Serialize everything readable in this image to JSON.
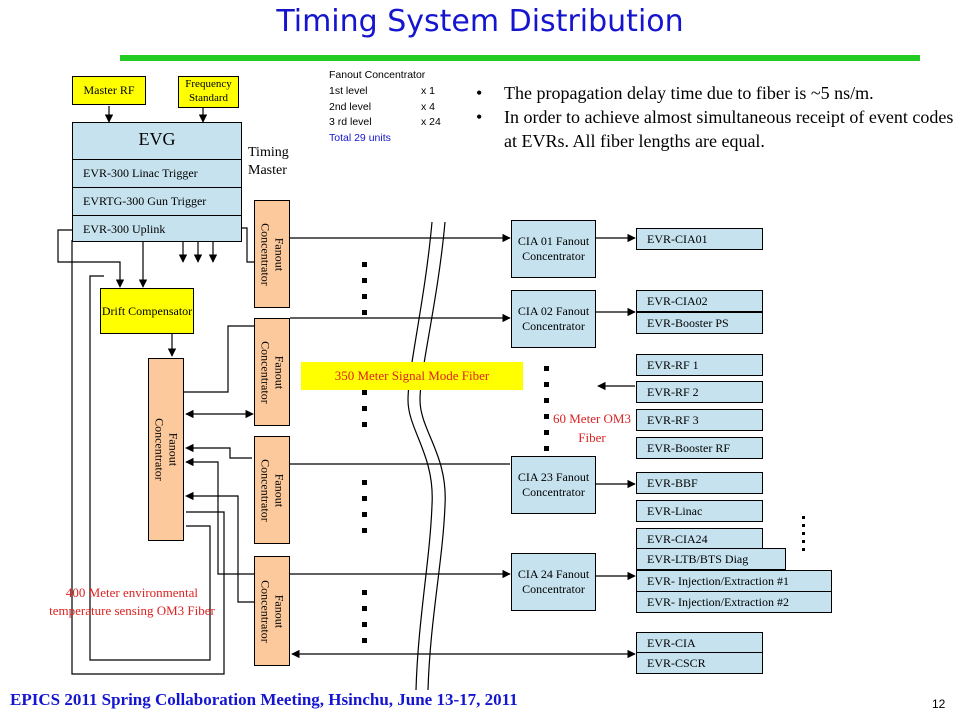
{
  "title": "Timing System Distribution",
  "footer": "EPICS 2011 Spring Collaboration Meeting, Hsinchu, June 13-17, 2011",
  "page_number": "12",
  "master_rf": "Master RF",
  "frequency_standard": "Frequency Standard",
  "evg": {
    "title": "EVG",
    "rows": [
      "EVR-300  Linac Trigger",
      "EVRTG-300  Gun Trigger",
      "EVR-300  Uplink"
    ]
  },
  "timing_master": "Timing Master",
  "drift_compensator": "Drift Compensator",
  "fanout_concentrator": "Fanout Concentrator",
  "fanout_note": {
    "heading": "Fanout Concentrator",
    "levels": [
      {
        "label": "1st level",
        "count": "x 1"
      },
      {
        "label": "2nd level",
        "count": "x 4"
      },
      {
        "label": "3 rd level",
        "count": "x 24"
      }
    ],
    "total": "Total 29 units"
  },
  "bullets": [
    "The propagation delay time due to fiber is ~5 ns/m.",
    "In order to achieve almost simultaneous receipt of event codes at EVRs. All fiber lengths are equal."
  ],
  "fiber_350": "350 Meter Signal Mode Fiber",
  "fiber_60": "60 Meter OM3 Fiber",
  "fiber_400": "400 Meter environmental temperature sensing OM3 Fiber",
  "cia": [
    "CIA 01 Fanout Concentrator",
    "CIA 02 Fanout Concentrator",
    "CIA 23 Fanout Concentrator",
    "CIA 24 Fanout Concentrator"
  ],
  "evr": {
    "cia01": "EVR-CIA01",
    "cia02": "EVR-CIA02",
    "booster_ps": "EVR-Booster PS",
    "rf1": "EVR-RF 1",
    "rf2": "EVR-RF 2",
    "rf3": "EVR-RF 3",
    "booster_rf": "EVR-Booster RF",
    "bbf": "EVR-BBF",
    "linac": "EVR-Linac",
    "cia24": "EVR-CIA24",
    "ltb_bts": "EVR-LTB/BTS Diag",
    "inj1": "EVR- Injection/Extraction #1",
    "inj2": "EVR- Injection/Extraction #2",
    "cia": "EVR-CIA",
    "cscr": "EVR-CSCR"
  },
  "colors": {
    "title": "#1515d0",
    "rule": "#22cc22",
    "yellow_box": "#ffff00",
    "evr_box": "#c5e2ee",
    "fanout_box": "#fbc99c",
    "note_red": "#dd2222"
  }
}
